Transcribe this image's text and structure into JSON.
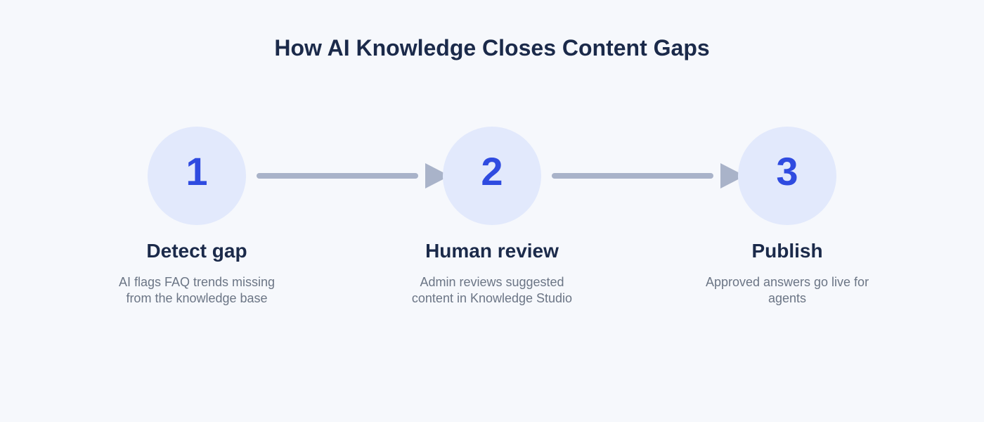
{
  "diagram": {
    "title": "How AI Knowledge Closes Content Gaps",
    "steps": [
      {
        "number": "1",
        "title": "Detect gap",
        "description": "AI flags FAQ trends missing from the knowledge base"
      },
      {
        "number": "2",
        "title": "Human review",
        "description": "Admin reviews suggested content in Knowledge Studio"
      },
      {
        "number": "3",
        "title": "Publish",
        "description": "Approved answers go live for agents"
      }
    ]
  },
  "colors": {
    "background": "#f6f8fc",
    "circle_fill": "#e2e9fc",
    "number": "#2f4be0",
    "heading": "#1b2a4a",
    "body_text": "#6b7585",
    "connector": "#a9b3c9"
  }
}
